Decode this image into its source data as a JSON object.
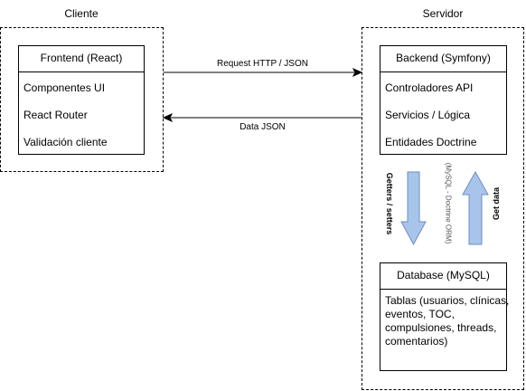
{
  "client": {
    "title": "Cliente",
    "frontend": {
      "header": "Frontend (React)",
      "items": [
        "Componentes UI",
        "React Router",
        "Validación cliente"
      ]
    }
  },
  "server": {
    "title": "Servidor",
    "backend": {
      "header": "Backend (Symfony)",
      "items": [
        "Controladores API",
        "Servicios / Lógica",
        "Entidades Doctrine"
      ]
    },
    "database": {
      "header": "Database (MySQL)",
      "body": "Tablas (usuarios, clínicas, eventos, TOC, compulsiones, threads, comentarios)"
    }
  },
  "edges": {
    "request": "Request HTTP / JSON",
    "response": "Data JSON",
    "getters_setters": "Getters / setters",
    "orm": "(MySQL - Doctrine ORM)",
    "get_data": "Get data"
  },
  "colors": {
    "arrow_fill": "#a9c4eb",
    "arrow_stroke": "#6c8ebf"
  }
}
